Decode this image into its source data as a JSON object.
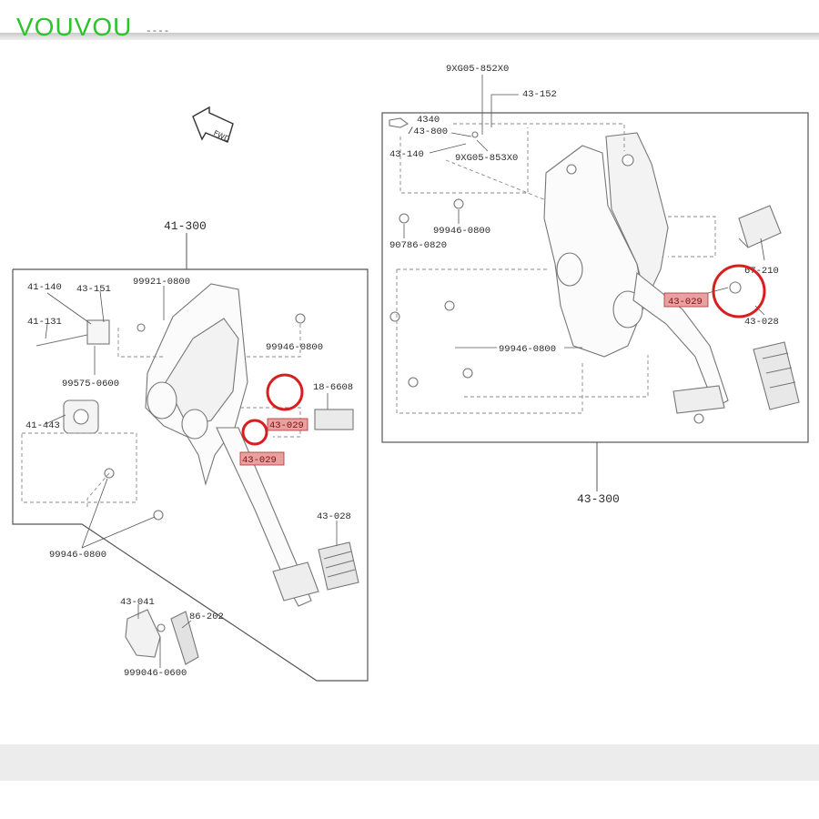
{
  "watermark": {
    "brand": "VOUVOU",
    "dash": "----"
  },
  "left_assembly": {
    "title": "41-300",
    "labels": {
      "l41_140": "41-140",
      "l43_151": "43-151",
      "l99921": "99921-0800",
      "l41_131": "41-131",
      "l99575": "99575-0600",
      "l99946_a": "99946-0800",
      "l18_6608": "18-6608",
      "l41_443": "41-443",
      "l99946_b": "99946-0800",
      "l43_028": "43-028",
      "l43_041": "43-041",
      "l86_202": "86-202",
      "l999046": "999046-0600"
    },
    "highlight_labels": [
      "43-029",
      "43-029"
    ]
  },
  "right_assembly": {
    "title": "43-300",
    "labels": {
      "r9xg05_852": "9XG05-852X0",
      "r43_152": "43-152",
      "r4340": "4340",
      "r43_800": "/43-800",
      "r43_140": "43-140",
      "r9xg05_853": "9XG05-853X0",
      "r99946_a": "99946-0800",
      "r90786": "90786-0820",
      "r67_210": "67-210",
      "r43_028": "43-028",
      "r99946_b": "99946-0800"
    },
    "highlight_label": "43-029"
  },
  "colors": {
    "highlight_circle": "#d81f1f",
    "highlight_box": "#e8a0a0",
    "line": "#3a3a3a",
    "brand": "#2bc42b"
  }
}
